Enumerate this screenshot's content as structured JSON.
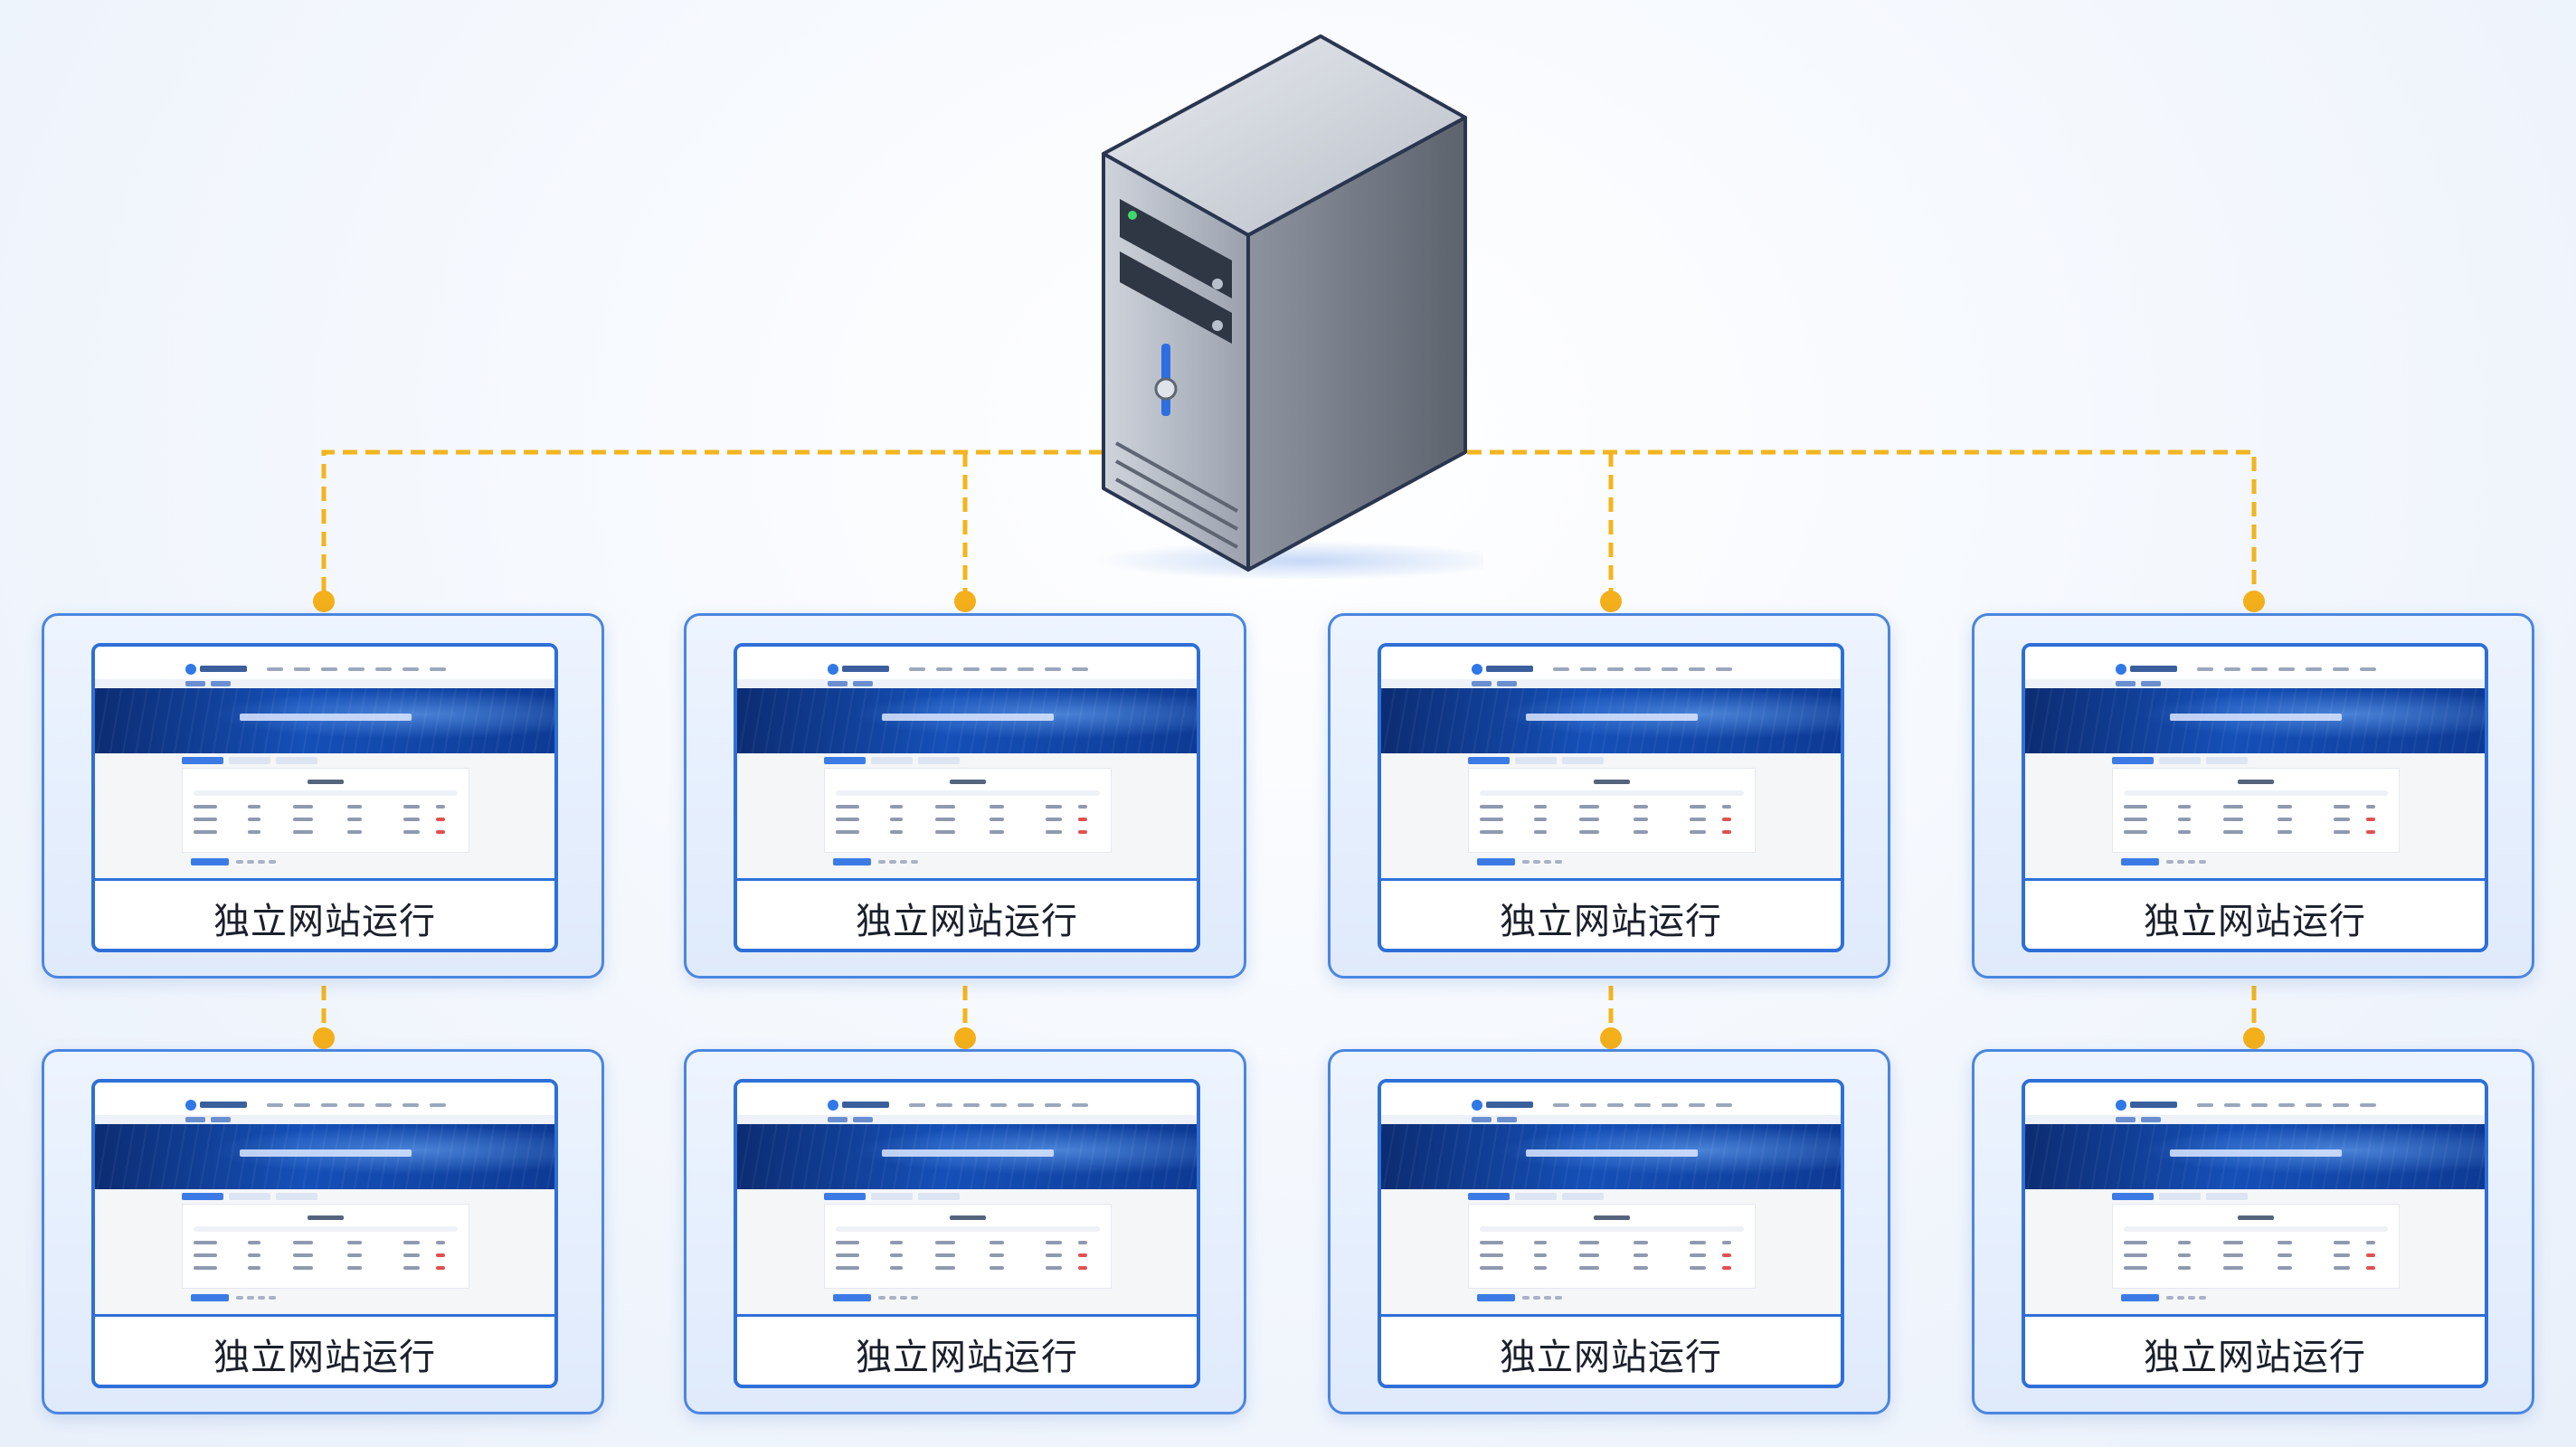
{
  "server": {
    "icon": "server-tower-icon"
  },
  "connector_color": "#f2b51e",
  "site_label": "独立网站运行",
  "cards": [
    {
      "label": "独立网站运行",
      "icon": "website-screenshot-icon"
    },
    {
      "label": "独立网站运行",
      "icon": "website-screenshot-icon"
    },
    {
      "label": "独立网站运行",
      "icon": "website-screenshot-icon"
    },
    {
      "label": "独立网站运行",
      "icon": "website-screenshot-icon"
    },
    {
      "label": "独立网站运行",
      "icon": "website-screenshot-icon"
    },
    {
      "label": "独立网站运行",
      "icon": "website-screenshot-icon"
    },
    {
      "label": "独立网站运行",
      "icon": "website-screenshot-icon"
    },
    {
      "label": "独立网站运行",
      "icon": "website-screenshot-icon"
    }
  ],
  "colors": {
    "card_border": "#4a86e0",
    "inner_border": "#2e6fd8",
    "banner": "#1550b8"
  }
}
